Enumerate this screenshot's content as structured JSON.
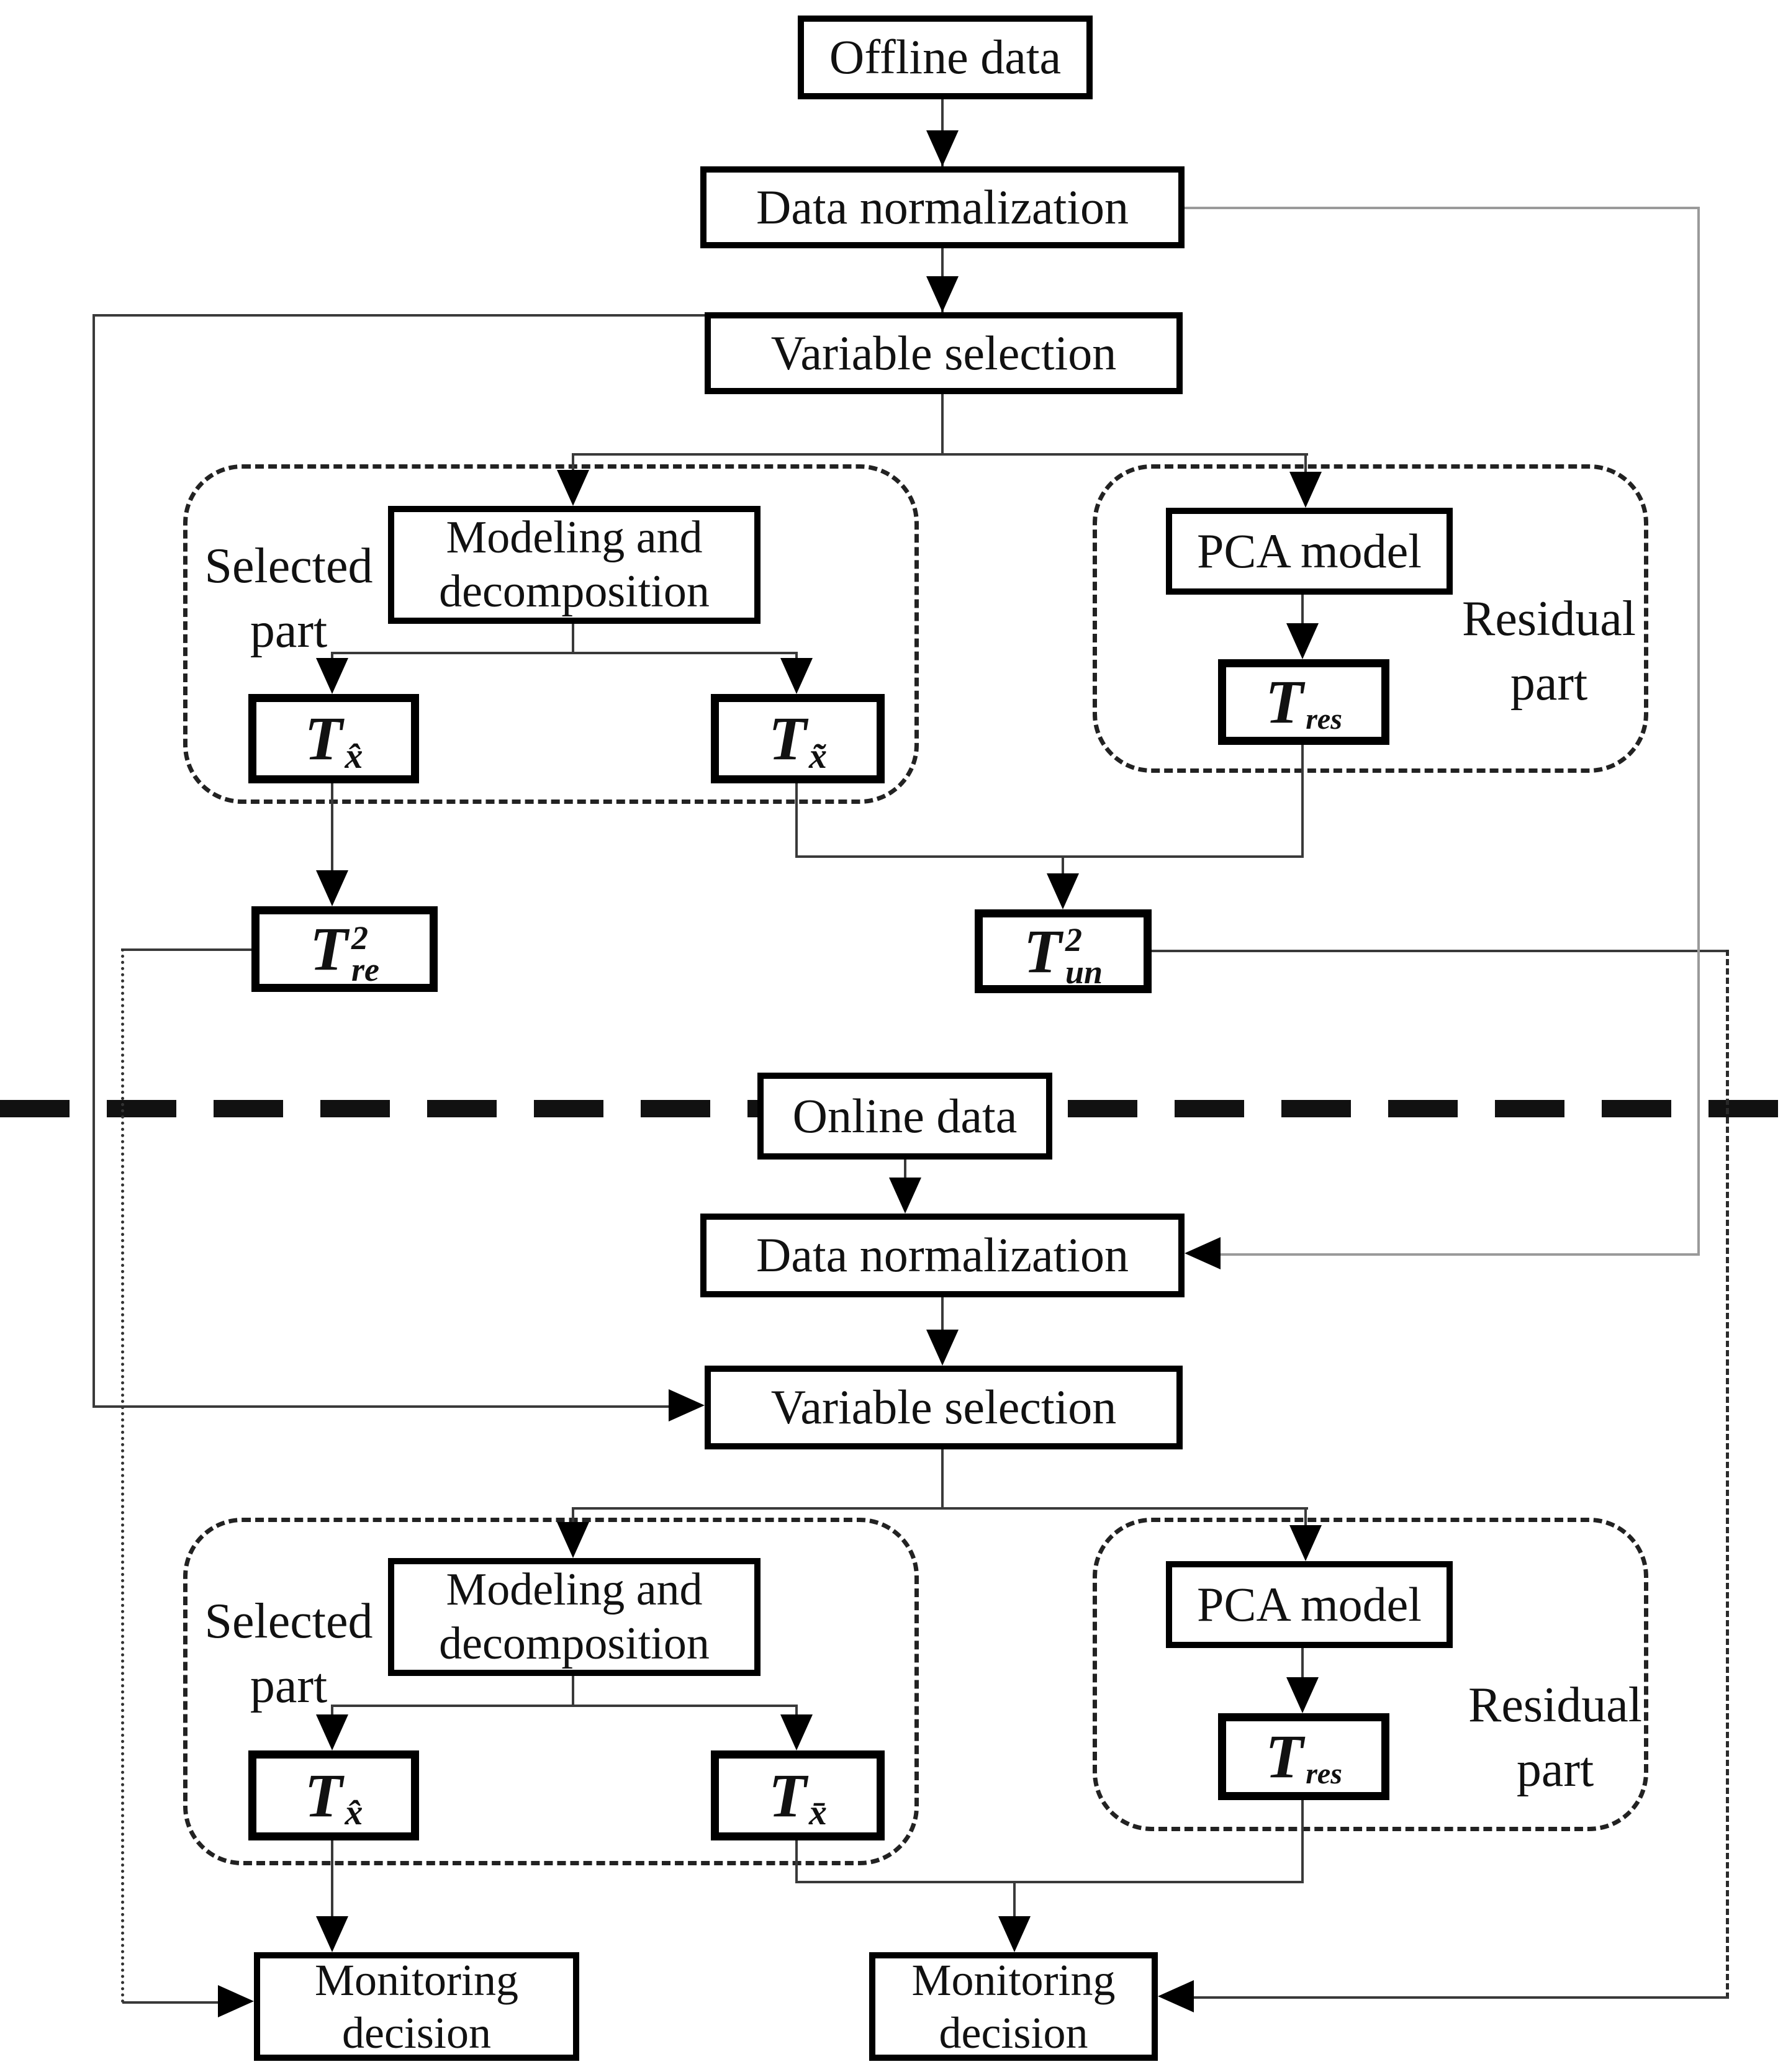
{
  "figure": {
    "offline": {
      "offline_data": "Offline data",
      "data_normalization": "Data normalization",
      "variable_selection": "Variable selection",
      "selected_part": {
        "line1": "Selected",
        "line2": "part"
      },
      "modeling": {
        "line1": "Modeling and",
        "line2": "decomposition"
      },
      "pca_model": "PCA model",
      "residual_part": {
        "line1": "Residual",
        "line2": "part"
      },
      "t_xhat": {
        "base": "T",
        "sub": "x̂"
      },
      "t_xtilde": {
        "base": "T",
        "sub": "x̃"
      },
      "t_res": {
        "base": "T",
        "sub": "res"
      },
      "t2_re": {
        "base": "T",
        "sup": "2",
        "sub": "re"
      },
      "t2_un": {
        "base": "T",
        "sup": "2",
        "sub": "un"
      }
    },
    "online": {
      "online_data": "Online data",
      "data_normalization": "Data normalization",
      "variable_selection": "Variable selection",
      "selected_part": {
        "line1": "Selected",
        "line2": "part"
      },
      "modeling": {
        "line1": "Modeling and",
        "line2": "decomposition"
      },
      "pca_model": "PCA model",
      "residual_part": {
        "line1": "Residual",
        "line2": "part"
      },
      "t_xhat": {
        "base": "T",
        "sub": "x̂"
      },
      "t_xbar": {
        "base": "T",
        "sub": "x̄"
      },
      "t_res": {
        "base": "T",
        "sub": "res"
      },
      "monitoring_left": {
        "line1": "Monitoring",
        "line2": "decision"
      },
      "monitoring_right": {
        "line1": "Monitoring",
        "line2": "decision"
      }
    }
  }
}
